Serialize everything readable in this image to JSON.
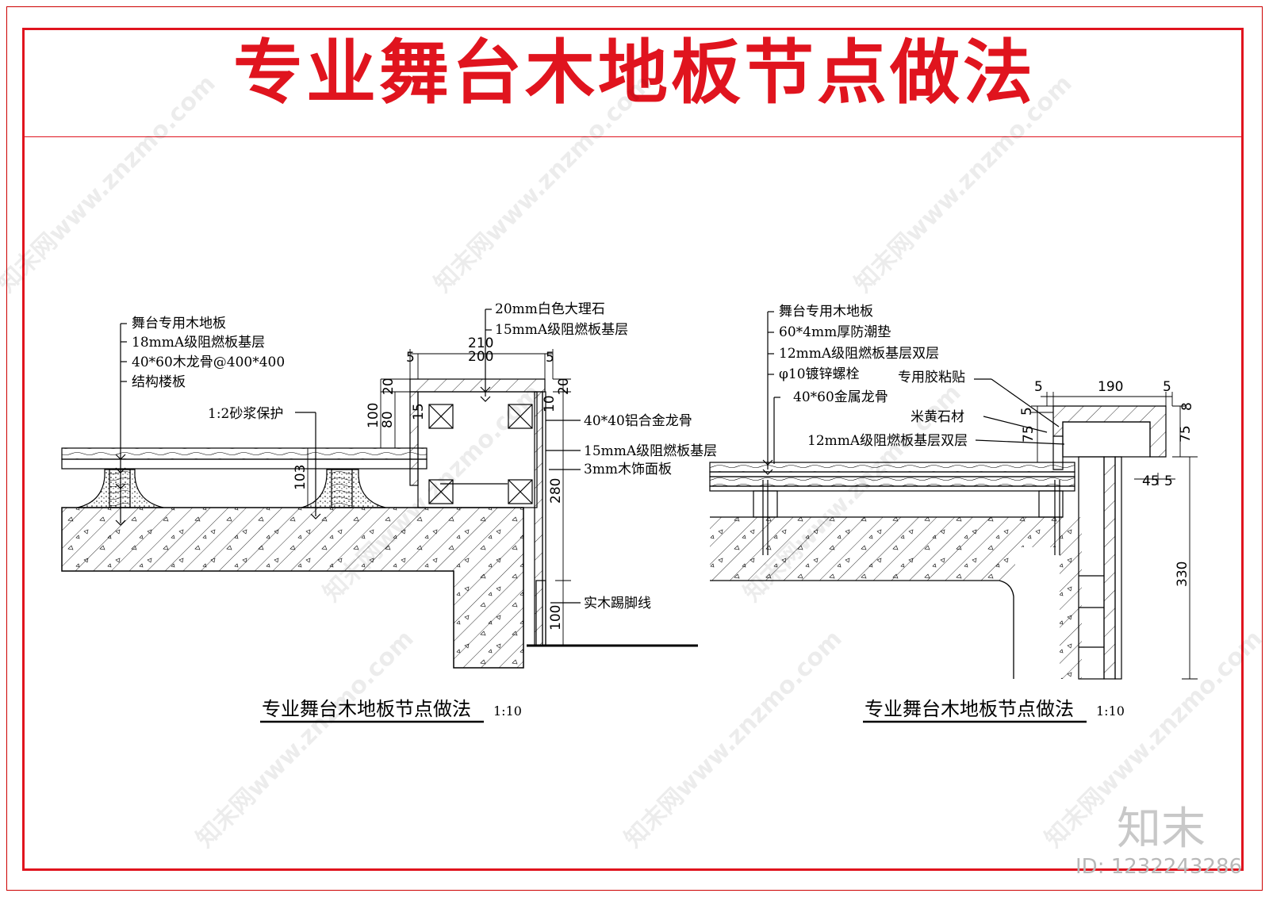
{
  "title": "专业舞台木地板节点做法",
  "watermark_text": "知末网www.znzmo.com",
  "logo_text": "知末",
  "id_text": "ID: 1232243286",
  "colors": {
    "frame": "#e0141e",
    "line": "#000000"
  },
  "left_detail": {
    "caption": "专业舞台木地板节点做法",
    "scale": "1:10",
    "labels": {
      "l1": "舞台专用木地板",
      "l2": "18mmA级阻燃板基层",
      "l3": "40*60木龙骨@400*400",
      "l4": "结构楼板",
      "mortar": "1:2砂浆保护",
      "marble": "20mm白色大理石",
      "board15": "15mmA级阻燃板基层",
      "alu": "40*40铝合金龙骨",
      "board15b": "15mmA级阻燃板基层",
      "veneer": "3mm木饰面板",
      "skirting": "实木踢脚线"
    },
    "dims": {
      "d210": "210",
      "d200": "200",
      "d5a": "5",
      "d5b": "5",
      "d20a": "20",
      "d20b": "20",
      "d100": "100",
      "d80": "80",
      "d103": "103",
      "d15": "15",
      "d10": "10",
      "d280": "280",
      "d100b": "100"
    }
  },
  "right_detail": {
    "caption": "专业舞台木地板节点做法",
    "scale": "1:10",
    "labels": {
      "r1": "舞台专用木地板",
      "r2": "60*4mm厚防潮垫",
      "r3": "12mmA级阻燃板基层双层",
      "r4": "φ10镀锌螺栓",
      "r5": "40*60金属龙骨",
      "glue": "专用胶粘贴",
      "stone": "米黄石材",
      "board12": "12mmA级阻燃板基层双层"
    },
    "dims": {
      "d5a": "5",
      "d190": "190",
      "d5b": "5",
      "d5c": "5",
      "d8": "8",
      "d75a": "75",
      "d75b": "75",
      "d45": "45",
      "d5d": "5",
      "d330": "330"
    }
  }
}
